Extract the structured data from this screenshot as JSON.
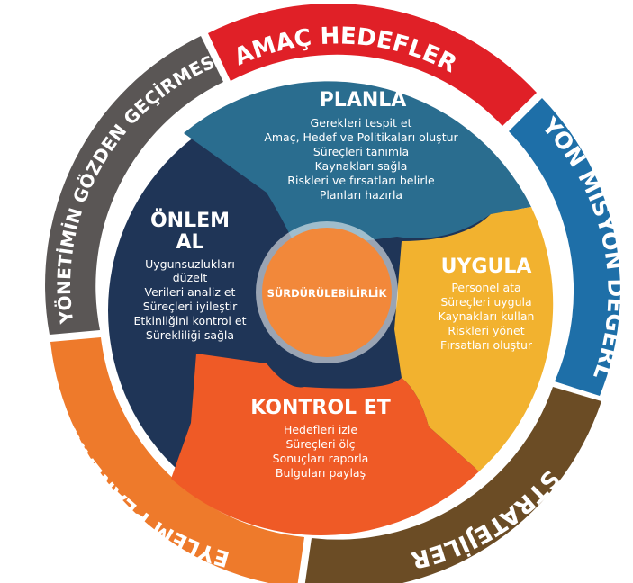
{
  "colors": {
    "amac": "#e02027",
    "vizyon": "#1e6fa8",
    "strateji": "#6b4c25",
    "eylem": "#ee7a2b",
    "yonetim": "#5a5655",
    "planla": "#2a6d8f",
    "uygula": "#f2b22f",
    "kontrol": "#ef5a26",
    "onlem": "#1f3557",
    "center": "#f2883a"
  },
  "ring": {
    "amac": "AMAÇ HEDEFLER",
    "vizyon": "VİZYON MİSYON DEĞERLER",
    "strateji": "STRATEJİLER",
    "eylem": "EYLEM PLANLARI",
    "yonetim": "YÖNETİMİN GÖZDEN GEÇİRMESİ"
  },
  "segments": {
    "planla": {
      "title": "PLANLA",
      "lines": [
        "Gerekleri tespit et",
        "Amaç, Hedef ve Politikaları oluştur",
        "Süreçleri tanımla",
        "Kaynakları sağla",
        "Riskleri ve fırsatları belirle",
        "Planları hazırla"
      ]
    },
    "uygula": {
      "title": "UYGULA",
      "lines": [
        "Personel ata",
        "Süreçleri uygula",
        "Kaynakları kullan",
        "Riskleri yönet",
        "Fırsatları oluştur"
      ]
    },
    "kontrol": {
      "title": "KONTROL ET",
      "lines": [
        "Hedefleri izle",
        "Süreçleri ölç",
        "Sonuçları raporla",
        "Bulguları paylaş"
      ]
    },
    "onlem": {
      "title_lines": [
        "ÖNLEM",
        "AL"
      ],
      "lines": [
        "Uygunsuzlukları",
        "düzelt",
        "Verileri analiz et",
        "Süreçleri iyileştir",
        "Etkinliğini kontrol et",
        "Sürekliliği sağla"
      ]
    }
  },
  "center": {
    "label": "SÜRDÜRÜLEBİLİRLİK"
  }
}
